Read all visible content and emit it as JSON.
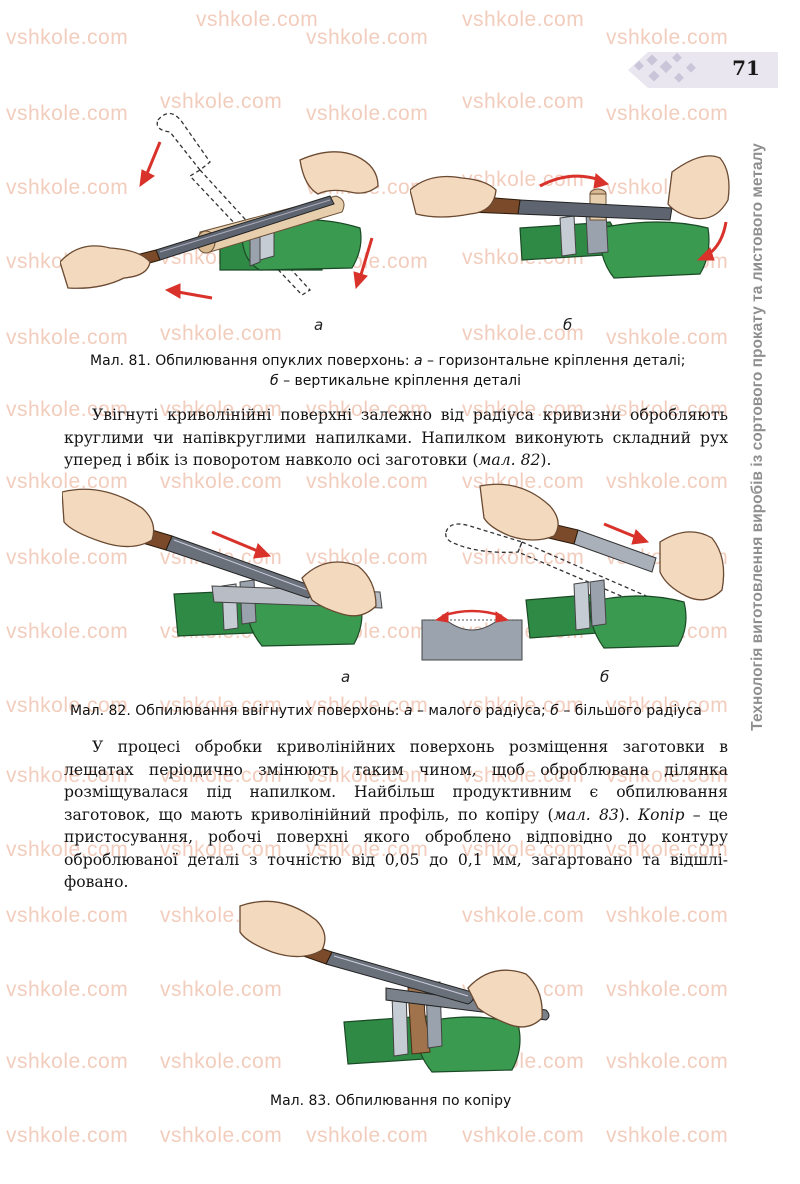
{
  "page_number": "71",
  "side_title": "Технологія виготовлення виробів із сортового прокату та листового металу",
  "watermark": "vshkole.com",
  "fig81": {
    "label_a": "а",
    "label_b": "б",
    "caption_line1": "Мал. 81. Обпилювання опуклих поверхонь: ",
    "caption_a": "а",
    "caption_a_text": " – горизонтальне кріплення деталі;",
    "caption_b": "б",
    "caption_b_text": " – вертикальне кріплення деталі"
  },
  "para1": {
    "text": "Увігнуті криволінійні поверхні залежно від радіуса кривизни оброб­ляють круглими чи напівкруглими напилками. Напилком виконують складний рух уперед і вбік із поворотом навколо осі заготовки (",
    "ref": "мал. 82",
    "end": ")."
  },
  "fig82": {
    "label_a": "а",
    "label_b": "б",
    "caption_start": "Мал. 82. Обпилювання ввігнутих поверхонь: ",
    "caption_a": "а",
    "caption_a_text": " – малого радіуса; ",
    "caption_b": "б",
    "caption_b_text": " – більшого радіуса"
  },
  "para2": {
    "text": "У процесі обробки криволінійних поверхонь розміщення заготовки в лещатах періодично змінюють таким чином, щоб оброблювана ділянка розміщувалася під напилком. Найбільш продуктивним є обпилювання заготовок, що мають криволінійний профіль, по копіру (",
    "ref": "мал. 83",
    "mid": "). ",
    "term": "Копір",
    "end": " – це пристосування, робочі поверхні якого оброблено відповідно до контуру оброблюваної деталі з точністю від 0,05 до 0,1 мм, загартовано та відшлі­фовано."
  },
  "fig83": {
    "caption": "Мал. 83. Обпилювання по копіру"
  },
  "colors": {
    "vise_green": "#2f8a45",
    "arrow_red": "#d8322a",
    "skin": "#f3d9bd",
    "handle_brown": "#7a4a2a",
    "watermark": "#f2cdbd"
  }
}
